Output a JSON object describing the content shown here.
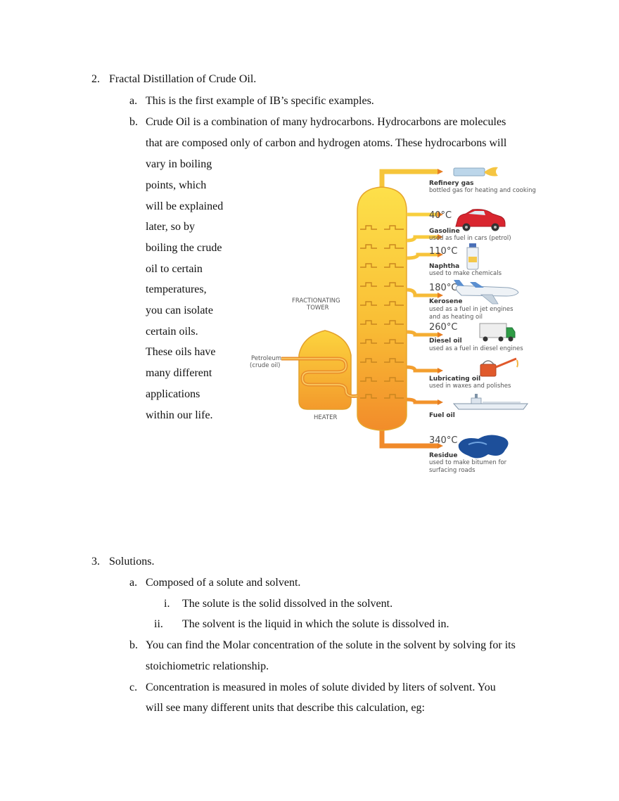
{
  "section2": {
    "number": "2.",
    "title": "Fractal Distillation of Crude Oil.",
    "item_a": {
      "marker": "a.",
      "text": "This is the first example of IB’s specific examples."
    },
    "item_b": {
      "marker": "b.",
      "lines": [
        "Crude Oil is a combination of many hydrocarbons. Hydrocarbons are molecules",
        "that are composed only of carbon and hydrogen atoms. These hydrocarbons will",
        "vary in boiling",
        "points, which",
        "will be explained",
        "later, so by",
        "boiling the crude",
        "oil to certain",
        "temperatures,",
        "you can isolate",
        "certain oils.",
        "These oils have",
        "many different",
        "applications",
        "within our life."
      ]
    }
  },
  "diagram": {
    "tower_label": [
      "FRACTIONATING",
      "TOWER"
    ],
    "heater_label": "HEATER",
    "feed_label": [
      "Petroleum",
      "(crude oil)"
    ],
    "fractions": [
      {
        "temp": "",
        "name": "Refinery gas",
        "use": [
          "bottled gas for heating and cooking"
        ],
        "icon": "gas-torch-icon"
      },
      {
        "temp": "40°C",
        "name": "Gasoline",
        "use": [
          "used as fuel in cars (petrol)"
        ],
        "icon": "car-icon"
      },
      {
        "temp": "110°C",
        "name": "Naphtha",
        "use": [
          "used to make chemicals"
        ],
        "icon": "bottle-icon"
      },
      {
        "temp": "180°C",
        "name": "Kerosene",
        "use": [
          "used as a fuel in jet engines",
          "and as heating oil"
        ],
        "icon": "airplane-icon"
      },
      {
        "temp": "260°C",
        "name": "Diesel oil",
        "use": [
          "used as a fuel in diesel engines"
        ],
        "icon": "truck-icon"
      },
      {
        "temp": "",
        "name": "Lubricating oil",
        "use": [
          "used in waxes and polishes"
        ],
        "icon": "oil-can-icon"
      },
      {
        "temp": "",
        "name": "Fuel oil",
        "use": [],
        "icon": "ship-icon"
      },
      {
        "temp": "340°C",
        "name": "Residue",
        "use": [
          "used to make bitumen for",
          "surfacing roads"
        ],
        "icon": "bitumen-puddle-icon"
      }
    ]
  },
  "section3": {
    "number": "3.",
    "title": "Solutions.",
    "item_a": {
      "marker": "a.",
      "text": "Composed of a solute and solvent.",
      "subitems": [
        {
          "marker": "i.",
          "text": "The solute is the solid dissolved in the solvent."
        },
        {
          "marker": "ii.",
          "text": "The solvent is the liquid in which the solute is dissolved in."
        }
      ]
    },
    "item_b": {
      "marker": "b.",
      "lines": [
        "You can find the Molar concentration of the solute in the solvent by solving for its",
        "stoichiometric relationship."
      ]
    },
    "item_c": {
      "marker": "c.",
      "lines": [
        "Concentration is measured in moles of solute divided by liters of solvent. You",
        "will see many different units that describe this calculation, eg:"
      ]
    }
  }
}
